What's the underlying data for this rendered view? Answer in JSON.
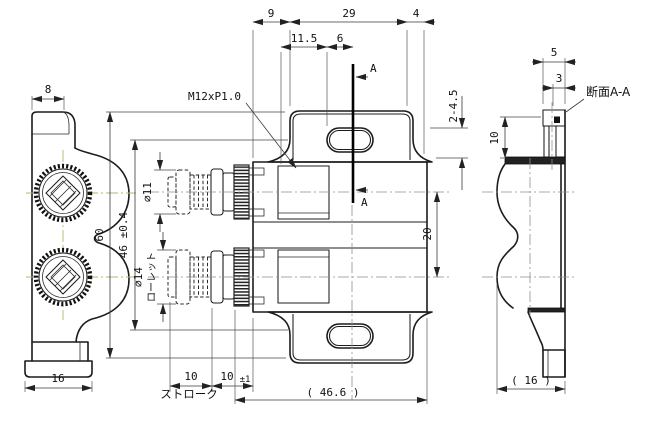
{
  "colors": {
    "paper": "#ffffff",
    "ink": "#1c1c1c",
    "centerline": "#8f8f8f",
    "accent_centerline": "#b5b56e"
  },
  "drawing": {
    "side_view": {
      "dim_top_width": "8",
      "dim_foot_width": "16"
    },
    "front_view": {
      "thread_label": "M12xP1.0",
      "section_mark_top": "A",
      "section_mark_mid": "A",
      "dim_offset_left": "9",
      "dim_tab_width": "29",
      "dim_offset_right": "4",
      "dim_slot_offset": "11.5",
      "dim_section_offset": "6",
      "dim_mount_range": "2-4.5",
      "dim_axis_pitch": "20",
      "dim_height": "60",
      "dim_slot_pitch": "46 ±0.4",
      "dim_plunger_top_dia": "∅11",
      "dim_plunger_bottom_dia": "∅14",
      "knurl_label": "ローレット",
      "dim_stroke": "10",
      "dim_travel": "10",
      "dim_travel_tol": "±1",
      "stroke_label": "ストローク",
      "dim_overall_depth": "( 46.6 )"
    },
    "section_view": {
      "title": "断面A-A",
      "dim_flange_width": "5",
      "dim_plate_thickness": "3",
      "dim_flange_height": "10",
      "dim_depth": "( 16 )"
    }
  }
}
